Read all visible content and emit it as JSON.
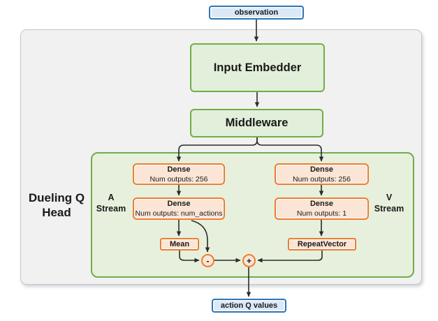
{
  "nodes": {
    "observation": {
      "label": "observation"
    },
    "input_embedder": {
      "label": "Input Embedder"
    },
    "middleware": {
      "label": "Middleware"
    },
    "dense_a1": {
      "label": "Dense",
      "detail": "Num outputs: 256"
    },
    "dense_a2": {
      "label": "Dense",
      "detail": "Num outputs: num_actions"
    },
    "dense_v1": {
      "label": "Dense",
      "detail": "Num outputs: 256"
    },
    "dense_v2": {
      "label": "Dense",
      "detail": "Num outputs: 1"
    },
    "mean": {
      "label": "Mean"
    },
    "repeat_vector": {
      "label": "RepeatVector"
    },
    "minus_op": {
      "label": "-"
    },
    "plus_op": {
      "label": "+"
    },
    "action_q_values": {
      "label": "action Q values"
    }
  },
  "labels": {
    "dueling_head_line1": "Dueling Q",
    "dueling_head_line2": "Head",
    "a_stream_line1": "A",
    "a_stream_line2": "Stream",
    "v_stream_line1": "V",
    "v_stream_line2": "Stream"
  },
  "colors": {
    "blue_border": "#2e75b6",
    "blue_fill": "#dbe8f6",
    "green_border": "#70ad47",
    "green_fill": "#e2efda",
    "green_container_fill": "#e6f0dc",
    "orange_border": "#ed7d31",
    "orange_fill": "#fbe5d6",
    "container_fill": "#f1f1f1",
    "container_border": "#c7c7c7",
    "arrow": "#2b2b2b"
  }
}
